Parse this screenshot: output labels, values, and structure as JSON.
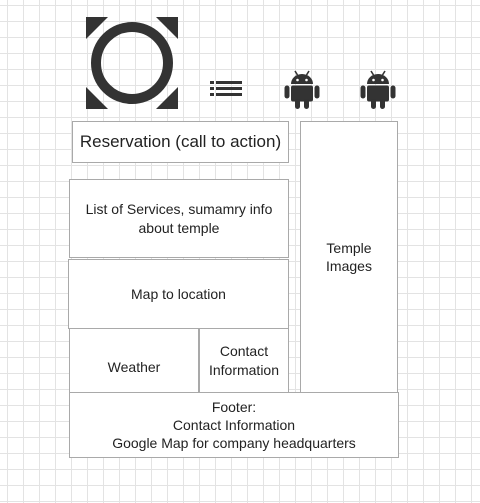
{
  "icons": {
    "logo": "ring-logo-icon",
    "menu": "list-menu-icon",
    "android_1": "android-icon",
    "android_2": "android-icon",
    "color": "#333333"
  },
  "boxes": {
    "reservation": "Reservation (call to action)",
    "services": "List of Services, sumamry info\nabout temple",
    "map": "Map to location",
    "weather": "Weather",
    "contact": "Contact\nInformation",
    "temple_images": "Temple\nImages",
    "footer": "Footer:\nContact Information\nGoogle Map for company headquarters"
  }
}
